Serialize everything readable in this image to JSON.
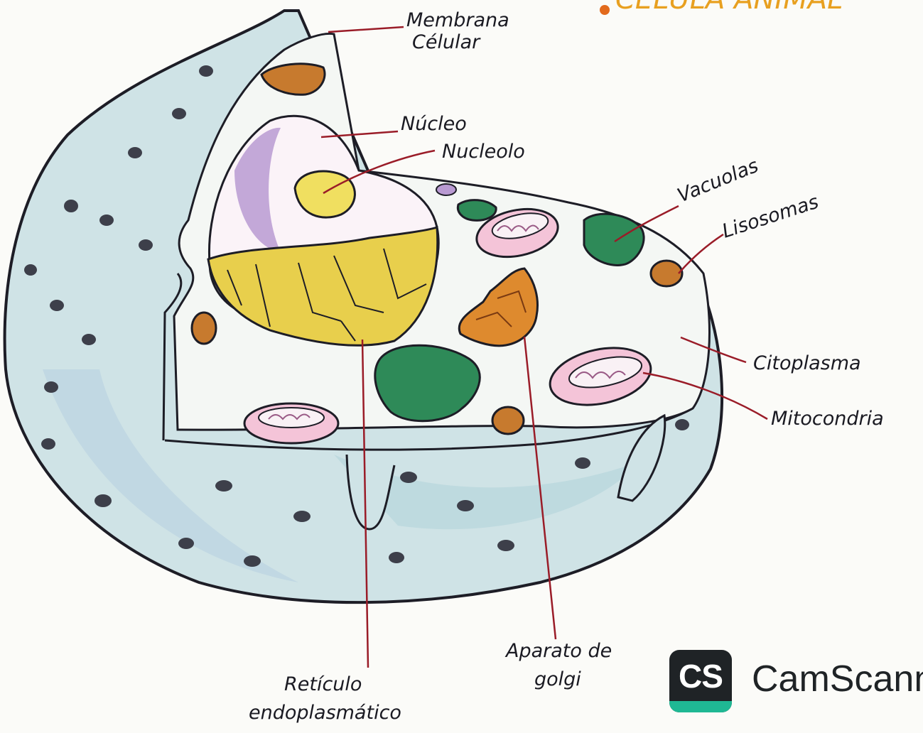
{
  "title": "CÉLULA ANIMAL",
  "labels": {
    "membrana": [
      "Membrana",
      "Célular"
    ],
    "nucleo": "Núcleo",
    "nucleolo": "Nucleolo",
    "vacuolas": "Vacuolas",
    "lisosomas": "Lisosomas",
    "citoplasma": "Citoplasma",
    "mitocondria": "Mitocondria",
    "reticulo": [
      "Retículo",
      "endoplasmático"
    ],
    "golgi": [
      "Aparato de",
      "golgi"
    ]
  },
  "watermark": {
    "badge": "CS",
    "name": "CamScanner"
  },
  "colors": {
    "cell_body": "#cfe3e6",
    "cytoplasm": "#f4f7f4",
    "nucleus": "#fbf3f8",
    "nucleus_purple": "#b99ad2",
    "nucleolus": "#f0df60",
    "reticulum": "#e8cf4c",
    "golgi": "#de8a2e",
    "vacuole": "#2e8a58",
    "lysosome": "#c77a2e",
    "mitochondria": "#f4c4d8",
    "pointer": "#9a1c28",
    "outline": "#1d1d26",
    "title": "#e8a020",
    "badge_bg": "#1f2326",
    "badge_stripe": "#1fb894"
  }
}
